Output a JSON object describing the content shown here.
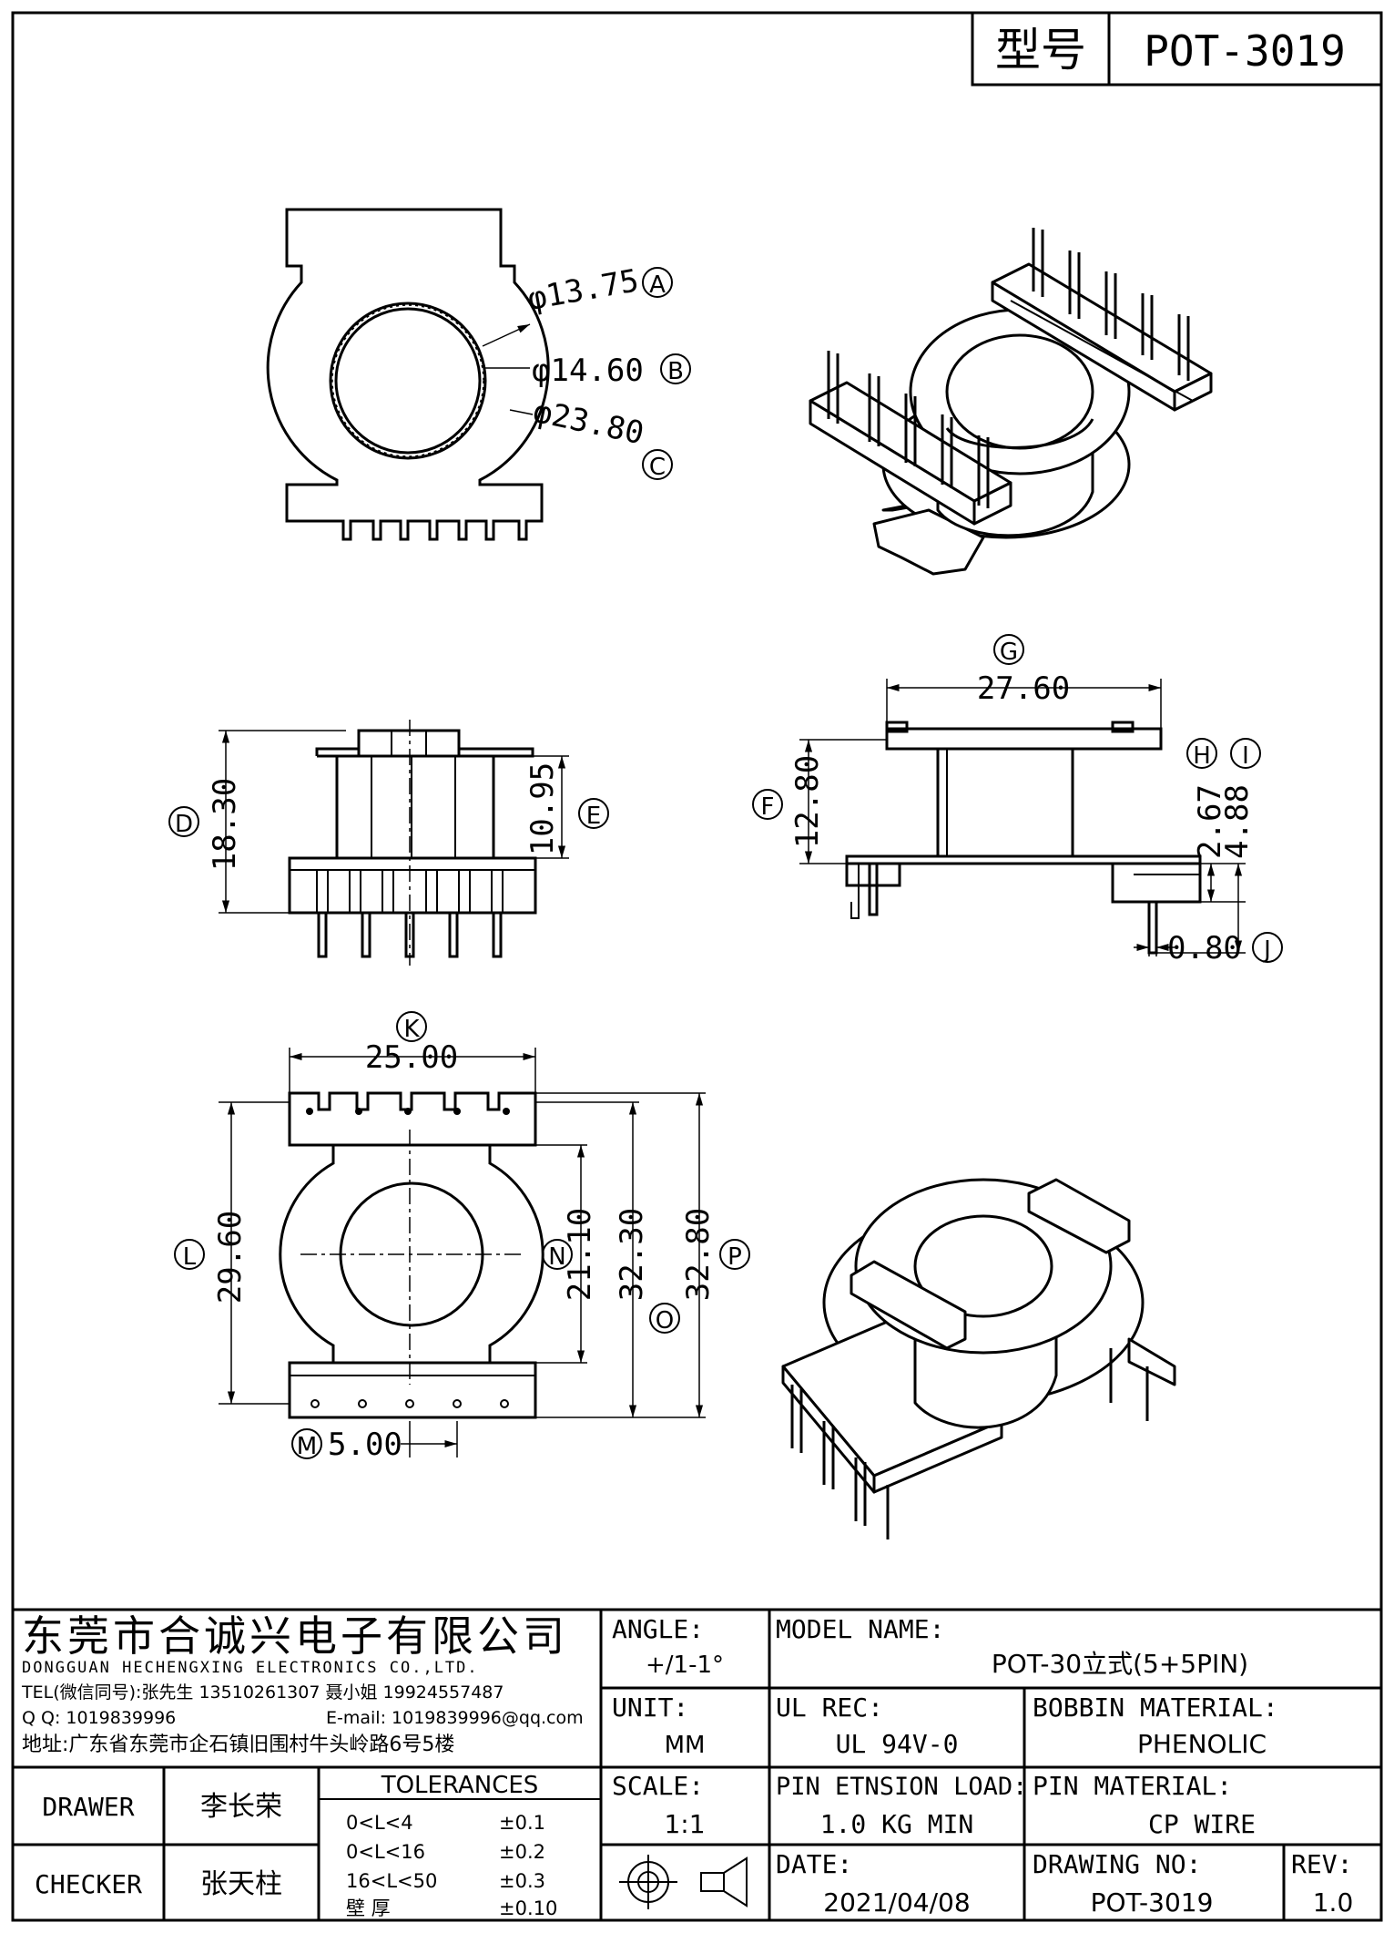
{
  "model_box": {
    "label": "型号",
    "value": "POT-3019"
  },
  "views": {
    "top": {
      "dims": [
        {
          "text": "φ13.75",
          "ref": "A"
        },
        {
          "text": "φ14.60",
          "ref": "B"
        },
        {
          "text": "φ23.80",
          "ref": "C"
        }
      ]
    },
    "front": {
      "dims": [
        {
          "text": "18.30",
          "ref": "D"
        },
        {
          "text": "10.95",
          "ref": "E"
        }
      ]
    },
    "side": {
      "dims": [
        {
          "text": "27.60",
          "ref": "G"
        },
        {
          "text": "12.80",
          "ref": "F"
        },
        {
          "text": "2.67",
          "ref": "H"
        },
        {
          "text": "4.88",
          "ref": "I"
        },
        {
          "text": "0.80",
          "ref": "J"
        }
      ]
    },
    "bottom": {
      "dims": [
        {
          "text": "25.00",
          "ref": "K"
        },
        {
          "text": "29.60",
          "ref": "L"
        },
        {
          "text": "5.00",
          "ref": "M"
        },
        {
          "text": "21.10",
          "ref": "N"
        },
        {
          "text": "32.30",
          "ref": "O"
        },
        {
          "text": "32.80",
          "ref": "P"
        }
      ]
    }
  },
  "title_block": {
    "company_cn": "东莞市合诚兴电子有限公司",
    "company_en": "DONGGUAN HECHENGXING ELECTRONICS CO.,LTD.",
    "tel": "TEL(微信同号):张先生 13510261307 聂小姐 19924557487",
    "qq": "Q Q: 1019839996",
    "email": "E-mail: 1019839996@qq.com",
    "address": "地址:广东省东莞市企石镇旧围村牛头岭路6号5楼",
    "angle_label": "ANGLE:",
    "angle_value": "+/1-1°",
    "unit_label": "UNIT:",
    "unit_value": "MM",
    "scale_label": "SCALE:",
    "scale_value": "1:1",
    "model_name_label": "MODEL NAME:",
    "model_name_value": "POT-30立式(5+5PIN)",
    "ul_label": "UL REC:",
    "ul_value": "UL 94V-0",
    "bobbin_label": "BOBBIN MATERIAL:",
    "bobbin_value": "PHENOLIC",
    "pin_load_label": "PIN ETNSION LOAD:",
    "pin_load_value": "1.0 KG MIN",
    "pin_material_label": "PIN MATERIAL:",
    "pin_material_value": "CP WIRE",
    "date_label": "DATE:",
    "date_value": "2021/04/08",
    "drawing_no_label": "DRAWING NO:",
    "drawing_no_value": "POT-3019",
    "rev_label": "REV:",
    "rev_value": "1.0",
    "drawer_label": "DRAWER",
    "drawer_value": "李长荣",
    "checker_label": "CHECKER",
    "checker_value": "张天柱",
    "tolerances_label": "TOLERANCES",
    "tolerances": [
      {
        "range": "0<L<4",
        "value": "±0.1"
      },
      {
        "range": "0<L<16",
        "value": "±0.2"
      },
      {
        "range": "16<L<50",
        "value": "±0.3"
      },
      {
        "range": "壁 厚",
        "value": "±0.10"
      }
    ]
  }
}
